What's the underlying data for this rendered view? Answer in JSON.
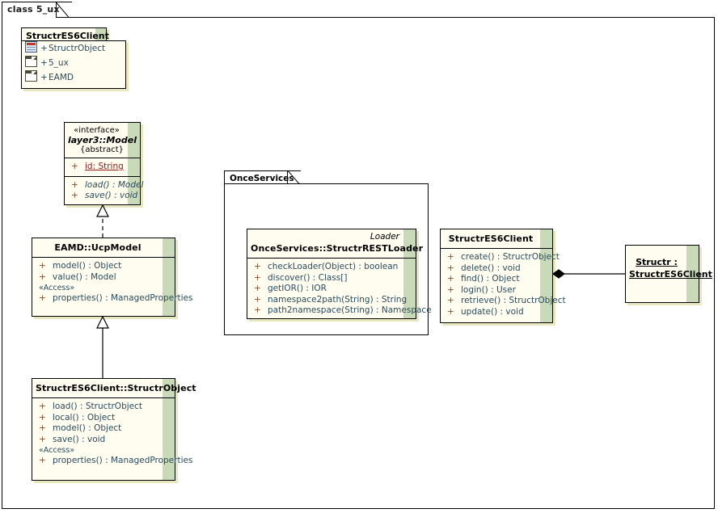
{
  "diagram": {
    "frame_title": "class 5_ux",
    "background": "#ffffff",
    "element_fill": "#fefdf0",
    "accent_green": "#c8dab8",
    "shadow": "#e8e7bd",
    "member_color": "#2a4b5e",
    "static_attr_color": "#8b1a1a"
  },
  "package": {
    "name": "StructrES6Client",
    "contents": [
      {
        "icon": "class-icon",
        "visibility": "+",
        "label": "StructrObject"
      },
      {
        "icon": "package-icon",
        "visibility": "+",
        "label": "5_ux"
      },
      {
        "icon": "package-icon",
        "visibility": "+",
        "label": "EAMD"
      }
    ]
  },
  "interface_model": {
    "stereotype": "«interface»",
    "name": "layer3::Model",
    "abstract_tag": "{abstract}",
    "attributes": [
      {
        "visibility": "+",
        "label": "id:  String",
        "static": true
      }
    ],
    "operations": [
      {
        "visibility": "+",
        "label": "load() : Model"
      },
      {
        "visibility": "+",
        "label": "save() : void"
      }
    ]
  },
  "ucp_model": {
    "name": "EAMD::UcpModel",
    "operations": [
      {
        "visibility": "+",
        "label": "model() : Object"
      },
      {
        "visibility": "+",
        "label": "value() : Model"
      }
    ],
    "access_stereotype": "«Access»",
    "access_members": [
      {
        "visibility": "+",
        "label": "properties() : ManagedProperties"
      }
    ]
  },
  "structr_object": {
    "name": "StructrES6Client::StructrObject",
    "operations": [
      {
        "visibility": "+",
        "label": "load() : StructrObject"
      },
      {
        "visibility": "+",
        "label": "local() : Object"
      },
      {
        "visibility": "+",
        "label": "model() : Object"
      },
      {
        "visibility": "+",
        "label": "save() : void"
      }
    ],
    "access_stereotype": "«Access»",
    "access_members": [
      {
        "visibility": "+",
        "label": "properties() : ManagedProperties"
      }
    ]
  },
  "once_services_namespace": {
    "label": "OnceServices"
  },
  "rest_loader": {
    "stereotype": "Loader",
    "name": "OnceServices::StructrRESTLoader",
    "operations": [
      {
        "visibility": "+",
        "label": "checkLoader(Object) : boolean"
      },
      {
        "visibility": "+",
        "label": "discover() : Class[]"
      },
      {
        "visibility": "+",
        "label": "getIOR() : IOR"
      },
      {
        "visibility": "+",
        "label": "namespace2path(String) : String"
      },
      {
        "visibility": "+",
        "label": "path2namespace(String) : Namespace"
      }
    ]
  },
  "structr_client": {
    "name": "StructrES6Client",
    "operations": [
      {
        "visibility": "+",
        "label": "create() : StructrObject"
      },
      {
        "visibility": "+",
        "label": "delete() : void"
      },
      {
        "visibility": "+",
        "label": "find() : Object"
      },
      {
        "visibility": "+",
        "label": "login() : User"
      },
      {
        "visibility": "+",
        "label": "retrieve() : StructrObject"
      },
      {
        "visibility": "+",
        "label": "update() : void"
      }
    ]
  },
  "structr_instance": {
    "name_line1": "Structr :",
    "name_line2": "StructrES6Client"
  },
  "connectors": [
    {
      "name": "realization-ucpmodel-to-model",
      "type": "realization",
      "from": "EAMD::UcpModel",
      "to": "layer3::Model",
      "style": "dashed",
      "head": "hollow-triangle"
    },
    {
      "name": "generalization-structrobject-to-ucpmodel",
      "type": "generalization",
      "from": "StructrES6Client::StructrObject",
      "to": "EAMD::UcpModel",
      "style": "solid",
      "head": "hollow-triangle"
    },
    {
      "name": "composition-structr-to-client",
      "type": "composition",
      "from": "Structr : StructrES6Client",
      "to": "StructrES6Client",
      "style": "solid",
      "head": "filled-diamond"
    }
  ]
}
